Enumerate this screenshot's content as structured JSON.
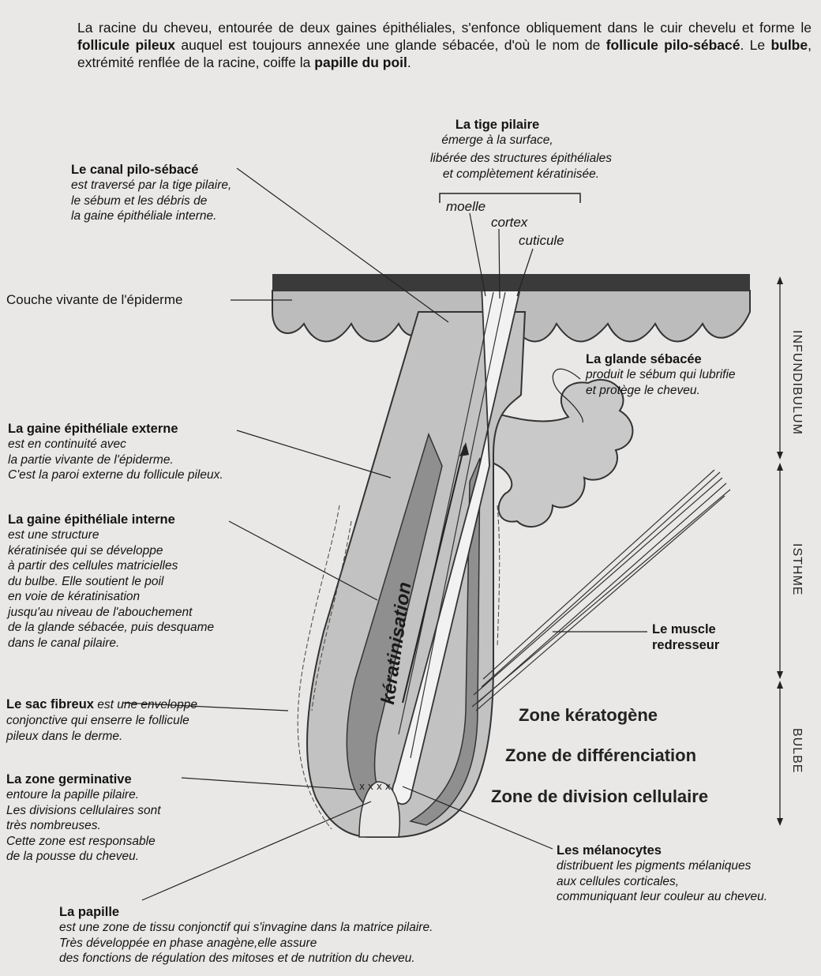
{
  "intro": {
    "p1": "La racine du cheveu, entourée de deux gaines épithéliales, s'enfonce obliquement dans le cuir chevelu et forme le ",
    "b1": "follicule pileux",
    "p2": " auquel est toujours annexée une glande sébacée, d'où le nom de ",
    "b2": "follicule pilo-sébacé",
    "p3": ". Le ",
    "b3": "bulbe",
    "p4": ", extrémité renflée de la racine, coiffe la ",
    "b4": "papille du poil",
    "p5": "."
  },
  "labels": {
    "tige": {
      "title": "La tige pilaire",
      "desc": [
        "émerge à la surface,",
        "libérée des structures épithéliales",
        "et complètement kératinisée."
      ]
    },
    "moelle": "moelle",
    "cortex": "cortex",
    "cuticule": "cuticule",
    "canal": {
      "title": "Le canal pilo-sébacé",
      "desc": [
        "est traversé par la tige pilaire,",
        "le sébum et les débris de",
        "la gaine épithéliale interne."
      ]
    },
    "couche": "Couche vivante de l'épiderme",
    "glande": {
      "title": "La glande sébacée",
      "desc": [
        "produit le sébum qui lubrifie",
        "et protège le cheveu."
      ]
    },
    "externe": {
      "title": "La gaine épithéliale externe",
      "desc": [
        "est en continuité avec",
        "la partie vivante de l'épiderme.",
        "C'est la paroi externe du follicule pileux."
      ]
    },
    "interne": {
      "title": "La gaine épithéliale interne",
      "desc": [
        "est une structure",
        "kératinisée qui se développe",
        "à partir des cellules matricielles",
        "du bulbe. Elle soutient le poil",
        "en voie de kératinisation",
        "jusqu'au niveau de l'abouchement",
        "de la glande sébacée, puis desquame",
        "dans le canal pilaire."
      ]
    },
    "muscle": {
      "title1": "Le muscle",
      "title2": "redresseur"
    },
    "sac": {
      "title": "Le sac fibreux",
      "rest": " est une enveloppe",
      "desc": [
        "conjonctive qui enserre le follicule",
        "pileux dans le derme."
      ]
    },
    "germinative": {
      "title": "La zone germinative",
      "desc": [
        "entoure la papille pilaire.",
        "Les divisions cellulaires sont",
        "très nombreuses.",
        "Cette zone est responsable",
        "de la pousse du cheveu."
      ]
    },
    "melanocytes": {
      "title": "Les mélanocytes",
      "desc": [
        "distribuent les pigments mélaniques",
        "aux cellules corticales,",
        "communiquant leur couleur au cheveu."
      ]
    },
    "papille": {
      "title": "La papille",
      "desc": [
        "est une zone de tissu conjonctif qui s'invagine dans la matrice pilaire.",
        "Très développée en phase anagène,elle assure",
        "des fonctions de régulation des mitoses et de nutrition du cheveu."
      ]
    },
    "keratinisation": "kératinisation"
  },
  "zones": {
    "keratogene": "Zone kératogène",
    "differenciation": "Zone de différenciation",
    "division": "Zone de division cellulaire"
  },
  "regions": {
    "infundibulum": "INFUNDIBULUM",
    "isthme": "ISTHME",
    "bulbe": "BULBE"
  }
}
